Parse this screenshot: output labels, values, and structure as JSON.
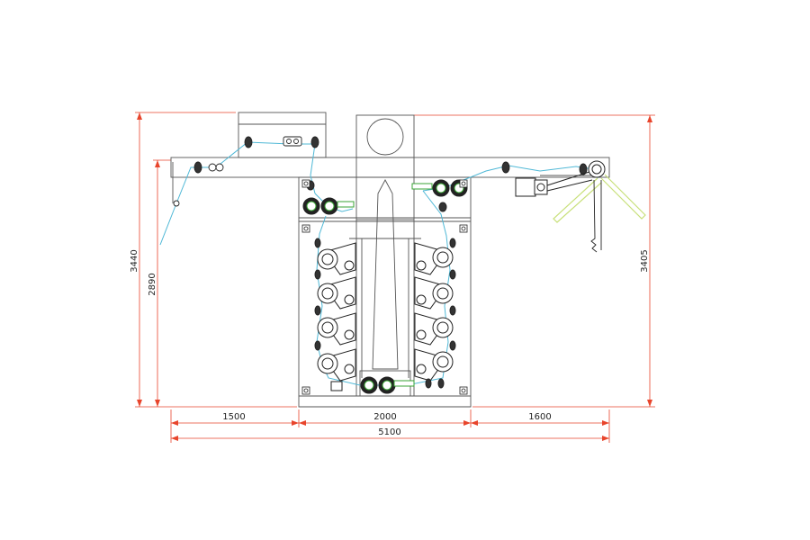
{
  "dimensions": {
    "total_height_left": "3440",
    "inner_height_left": "2890",
    "total_height_right": "3405",
    "width_left_section": "1500",
    "width_center_section": "2000",
    "width_right_section": "1600",
    "total_width": "5100"
  },
  "colors": {
    "frame": "#555555",
    "dimension": "#e8452c",
    "thread": "#4fb8d6",
    "roller_accent": "#3aa335",
    "guide_arm": "#c8e07a",
    "component": "#222222"
  }
}
